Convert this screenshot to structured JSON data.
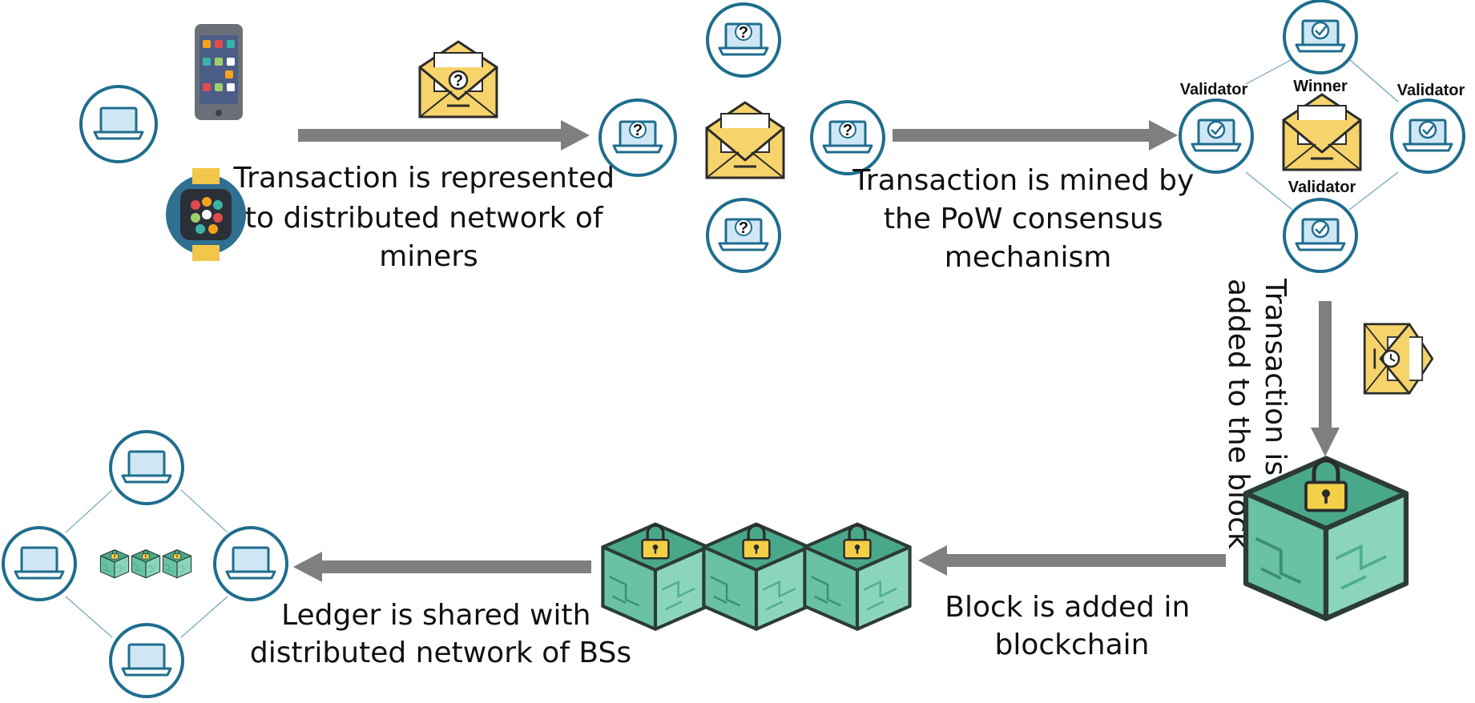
{
  "captions": {
    "step1": [
      "Transaction is represented",
      "to distributed network of",
      "miners"
    ],
    "step2": [
      "Transaction is mined by",
      "the PoW consensus",
      "mechanism"
    ],
    "step3": [
      "Transaction is",
      "added  to the block"
    ],
    "step4": [
      "Block is added in",
      "blockchain"
    ],
    "step5": [
      "Ledger is shared with",
      "distributed network of BSs"
    ]
  },
  "roles": {
    "validator": "Validator",
    "winner": "Winner"
  },
  "marks": {
    "unknown": "?"
  },
  "colors": {
    "node_ring": "#1f6d8e",
    "screen": "#cfe7f5",
    "arrow": "#7f7f7f",
    "envelope": "#f6d36b",
    "envelope_outline": "#2b2b2b",
    "block_top": "#4aa88a",
    "block_left": "#69c2a5",
    "block_right": "#8bd6bb",
    "lock": "#f3cf47"
  },
  "icons": [
    "laptop-icon",
    "smartphone-icon",
    "smartwatch-icon",
    "envelope-icon",
    "check-icon",
    "question-icon",
    "block-icon",
    "lock-icon",
    "arrow-icon"
  ]
}
